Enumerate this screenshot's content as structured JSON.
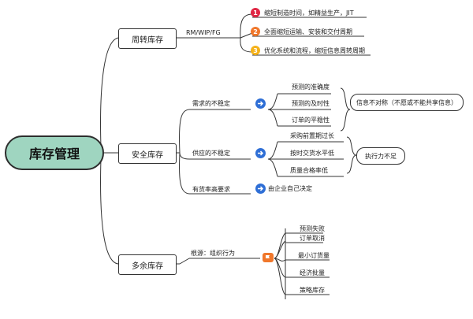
{
  "root": "库存管理",
  "turnover": {
    "title": "周转库存",
    "label": "RM/WIP/FG",
    "items": [
      {
        "num": "1",
        "color": "#e02744",
        "text": "缩短制造时间，如精益生产，JIT"
      },
      {
        "num": "2",
        "color": "#f0772b",
        "text": "全面缩短运输、安装和交付周期"
      },
      {
        "num": "3",
        "color": "#f5b21a",
        "text": "优化系统和流程，缩短信息周转周期"
      }
    ]
  },
  "safety": {
    "title": "安全库存",
    "demand": {
      "label": "需求的不稳定",
      "items": [
        "预测的准确度",
        "预测的及时性",
        "订单的平稳性"
      ],
      "note": "信息不对称（不愿或不能共享信息）"
    },
    "supply": {
      "label": "供应的不稳定",
      "items": [
        "采购前置期过长",
        "按时交货水平低",
        "质量合格率低"
      ],
      "note": "执行力不足"
    },
    "service": {
      "label": "有货率高要求",
      "note": "由企业自己决定"
    }
  },
  "excess": {
    "title": "多余库存",
    "label": "根源：组织行为",
    "items": [
      "预测失败",
      "订单取消",
      "最小订货量",
      "经济批量",
      "策略库存"
    ]
  }
}
